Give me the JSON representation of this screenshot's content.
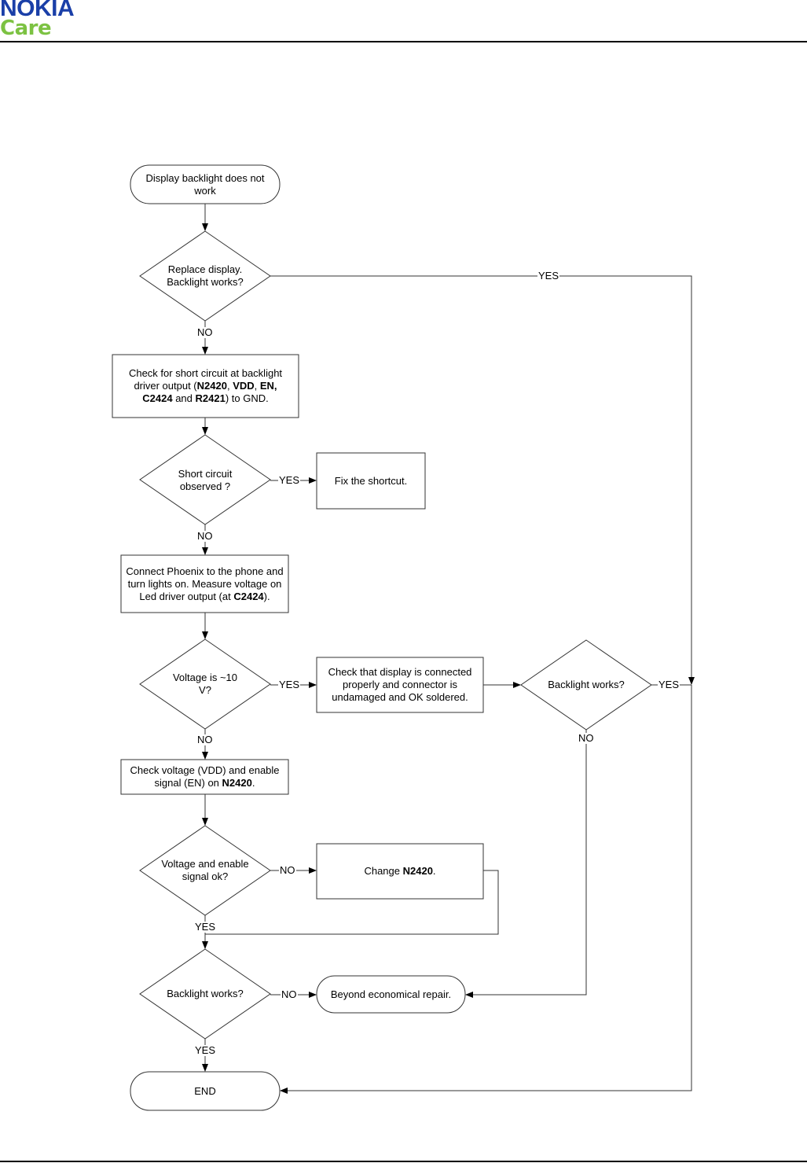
{
  "header": {
    "brand": "NOKIA",
    "sub_brand": "Care"
  },
  "flowchart": {
    "start": {
      "text": "Display backlight does not work"
    },
    "d_replace": {
      "text": "Replace display. Backlight works?"
    },
    "p_short_check": {
      "parts": [
        {
          "t": "Check for short circuit at backlight driver output ("
        },
        {
          "t": "N2420",
          "b": true
        },
        {
          "t": ", "
        },
        {
          "t": "VDD",
          "b": true
        },
        {
          "t": ", "
        },
        {
          "t": "EN,",
          "b": true
        },
        {
          "t": " "
        },
        {
          "t": "C2424",
          "b": true
        },
        {
          "t": " and "
        },
        {
          "t": "R2421",
          "b": true
        },
        {
          "t": ") to GND."
        }
      ]
    },
    "d_short": {
      "text": "Short circuit observed ?"
    },
    "p_fix": {
      "text": "Fix the shortcut."
    },
    "p_phoenix": {
      "parts": [
        {
          "t": "Connect Phoenix to the phone and turn lights on. Measure voltage on Led driver output (at "
        },
        {
          "t": "C2424",
          "b": true
        },
        {
          "t": ")."
        }
      ]
    },
    "d_voltage": {
      "text": "Voltage is ~10 V?"
    },
    "p_check_display": {
      "text": "Check that display is connected properly and connector is undamaged and OK soldered."
    },
    "d_backlight_right": {
      "text": "Backlight works?"
    },
    "p_check_vdd": {
      "parts": [
        {
          "t": "Check voltage (VDD) and enable signal (EN) on "
        },
        {
          "t": "N2420",
          "b": true
        },
        {
          "t": "."
        }
      ]
    },
    "d_enable": {
      "text": "Voltage and enable signal ok?"
    },
    "p_change": {
      "parts": [
        {
          "t": "Change "
        },
        {
          "t": "N2420",
          "b": true
        },
        {
          "t": "."
        }
      ]
    },
    "d_backlight_bottom": {
      "text": "Backlight works?"
    },
    "t_beyond": {
      "text": "Beyond economical repair."
    },
    "end": {
      "text": "END"
    },
    "labels": {
      "yes": "YES",
      "no": "NO"
    }
  }
}
